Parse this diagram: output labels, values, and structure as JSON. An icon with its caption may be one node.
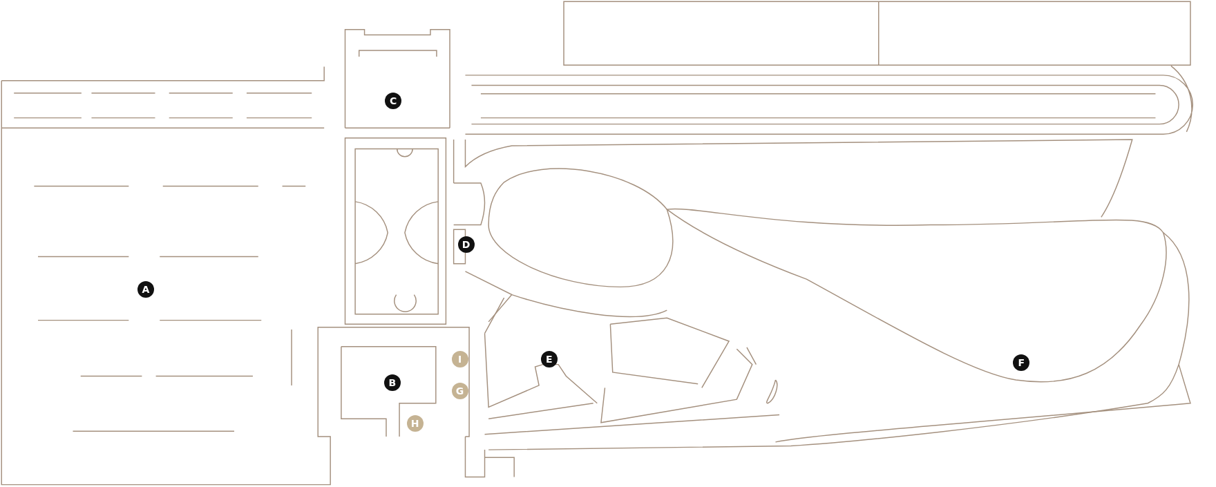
{
  "diagram": {
    "labels": [
      "C",
      "D",
      "A",
      "I",
      "E",
      "F",
      "B",
      "G",
      "H"
    ]
  }
}
